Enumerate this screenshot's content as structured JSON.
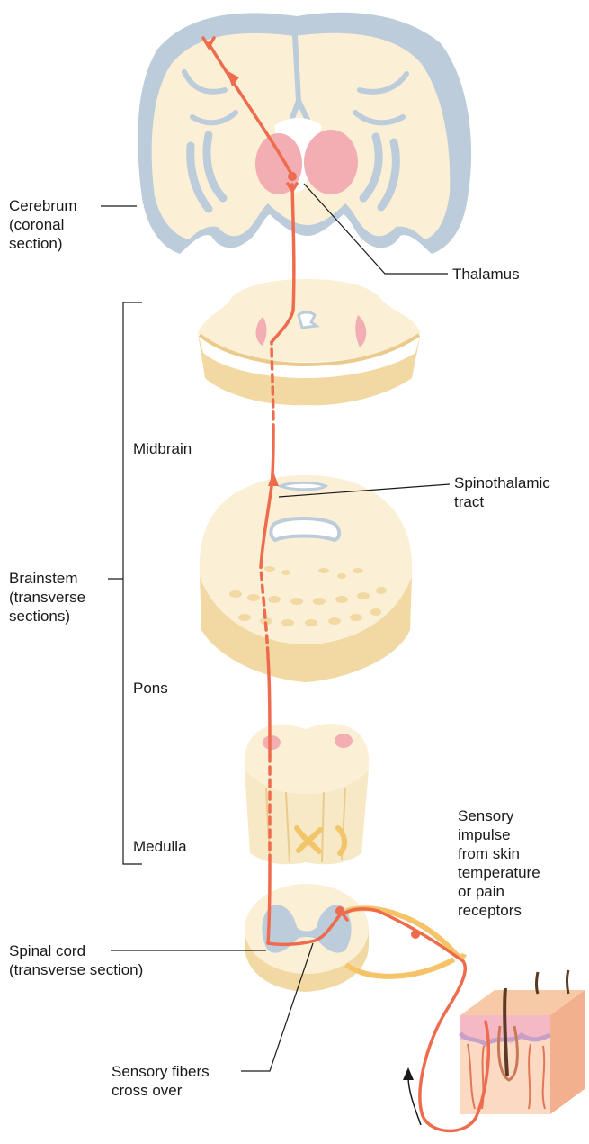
{
  "labels": {
    "cerebrum": "Cerebrum\n(coronal\nsection)",
    "thalamus": "Thalamus",
    "midbrain": "Midbrain",
    "spinothalamic": "Spinothalamic\ntract",
    "brainstem": "Brainstem\n(transverse\nsections)",
    "pons": "Pons",
    "medulla": "Medulla",
    "sensory_impulse": "Sensory\nimpulse\nfrom skin\ntemperature\nor pain\nreceptors",
    "spinal_cord": "Spinal cord\n(transverse section)",
    "crossover": "Sensory fibers\ncross over"
  },
  "colors": {
    "pathway": "#ee6c4d",
    "tissue": "#fbf0d6",
    "tissue_side": "#f2d9a4",
    "gray_matter": "#bcccda",
    "thalamus_pink": "#f2aeb3",
    "skin": "#f7c9a6",
    "nerve": "#f6c468"
  }
}
